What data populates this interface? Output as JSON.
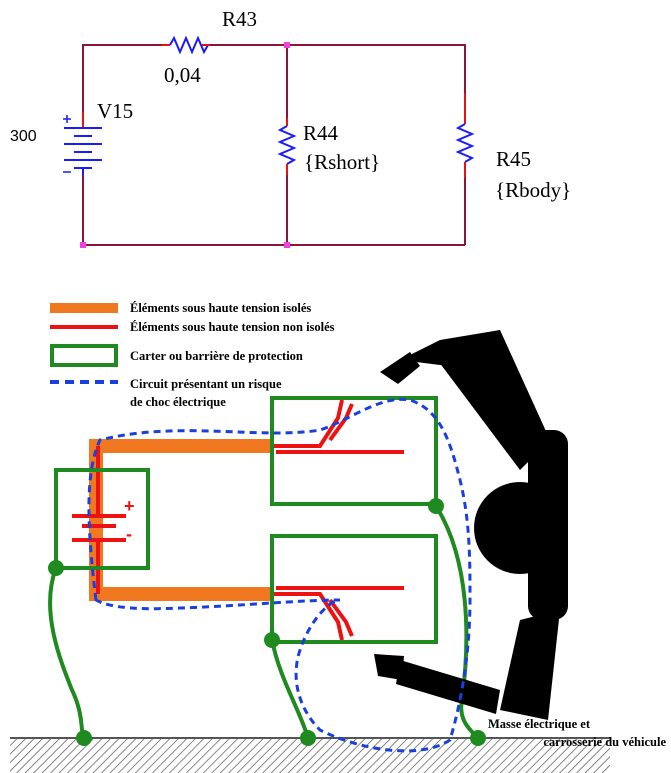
{
  "schematic": {
    "source": {
      "ref": "V15",
      "value": "300"
    },
    "r43": {
      "ref": "R43",
      "value": "0,04"
    },
    "r44": {
      "ref": "R44",
      "value": "{Rshort}"
    },
    "r45": {
      "ref": "R45",
      "value": "{Rbody}"
    },
    "colors": {
      "wire": "#8b1538",
      "component": "#1a1aff",
      "node": "#ee44dd"
    }
  },
  "legend": {
    "insulated": "Éléments sous haute tension isolés",
    "uninsulated": "Éléments sous haute tension non isolés",
    "enclosure": "Carter ou barrière de protection",
    "shock_circuit_line1": "Circuit présentant un risque",
    "shock_circuit_line2": "de choc électrique"
  },
  "illustration": {
    "battery_plus": "+",
    "battery_minus": "-",
    "ground_label_line1": "Masse électrique et",
    "ground_label_line2": "carrosserie du véhicule",
    "colors": {
      "insulated": "#f07820",
      "uninsulated": "#ee1111",
      "enclosure": "#1f8a1f",
      "shock_circuit": "#1a3fe0",
      "person": "#000000"
    },
    "icons": [
      "battery-icon",
      "person-icon",
      "ground-hatch-icon"
    ]
  }
}
